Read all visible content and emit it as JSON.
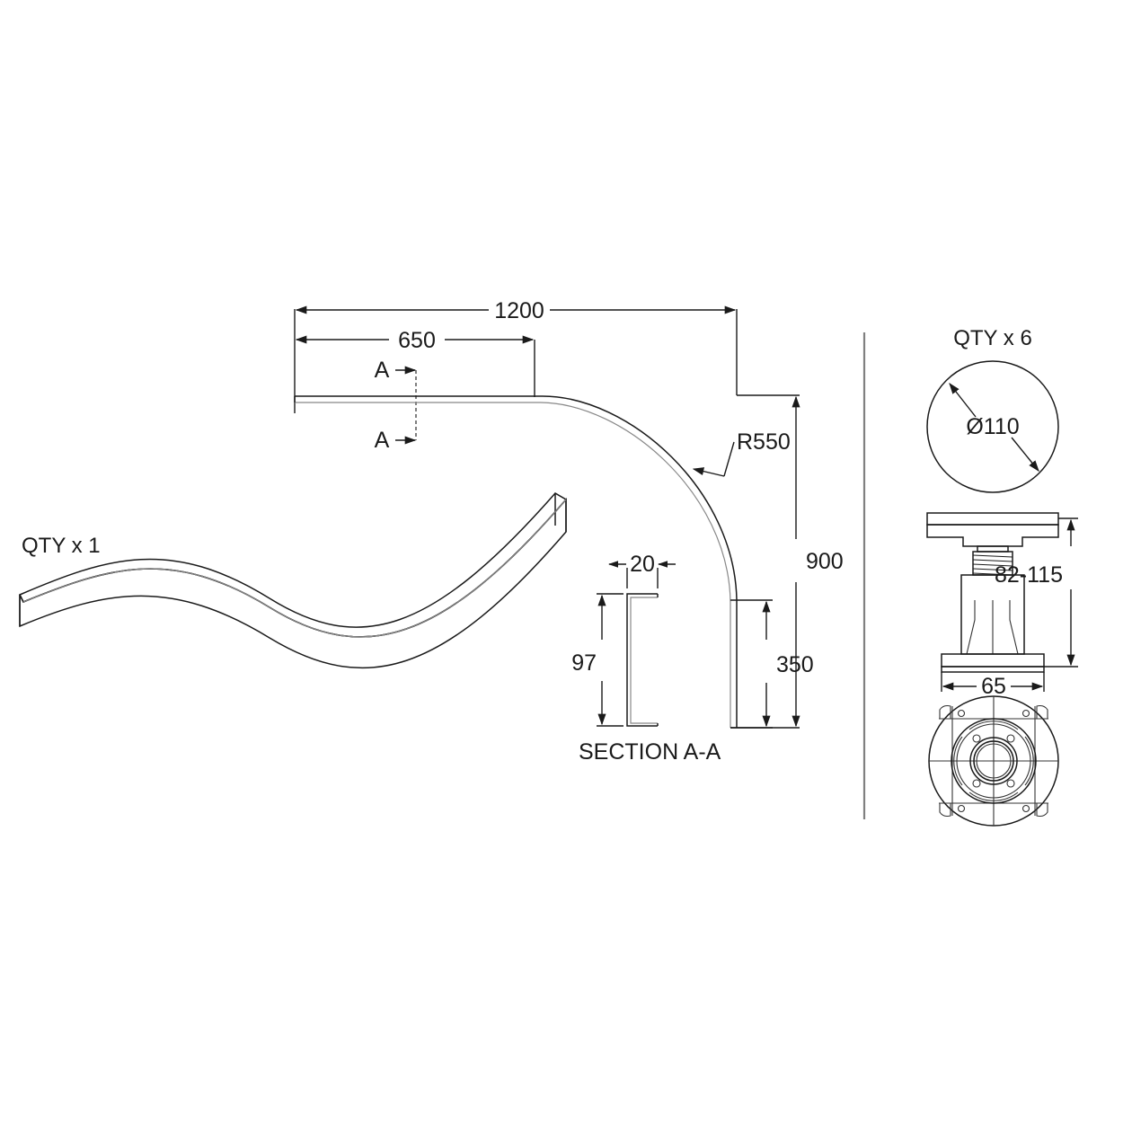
{
  "drawing": {
    "type": "mechanical-part-drawing",
    "background_color": "#ffffff",
    "line_color": "#1a1a1a"
  },
  "plan_view": {
    "name": "curved-skirting-plan-view",
    "dimensions": {
      "overall_width": "1200",
      "straight_run": "650",
      "overall_height": "900",
      "straight_leg": "350",
      "radius": "R550"
    },
    "section_marks": {
      "top_label": "A",
      "bottom_label": "A"
    }
  },
  "iso_view": {
    "name": "curved-skirting-isometric",
    "qty_label": "QTY x 1"
  },
  "section_view": {
    "name": "section-a-a",
    "title": "SECTION A-A",
    "width": "20",
    "height": "97"
  },
  "pedestal": {
    "name": "adjustable-pedestal-foot",
    "qty_label": "QTY x 6",
    "diameter": "Ø110",
    "height_range": "82-115",
    "base_width": "65"
  }
}
